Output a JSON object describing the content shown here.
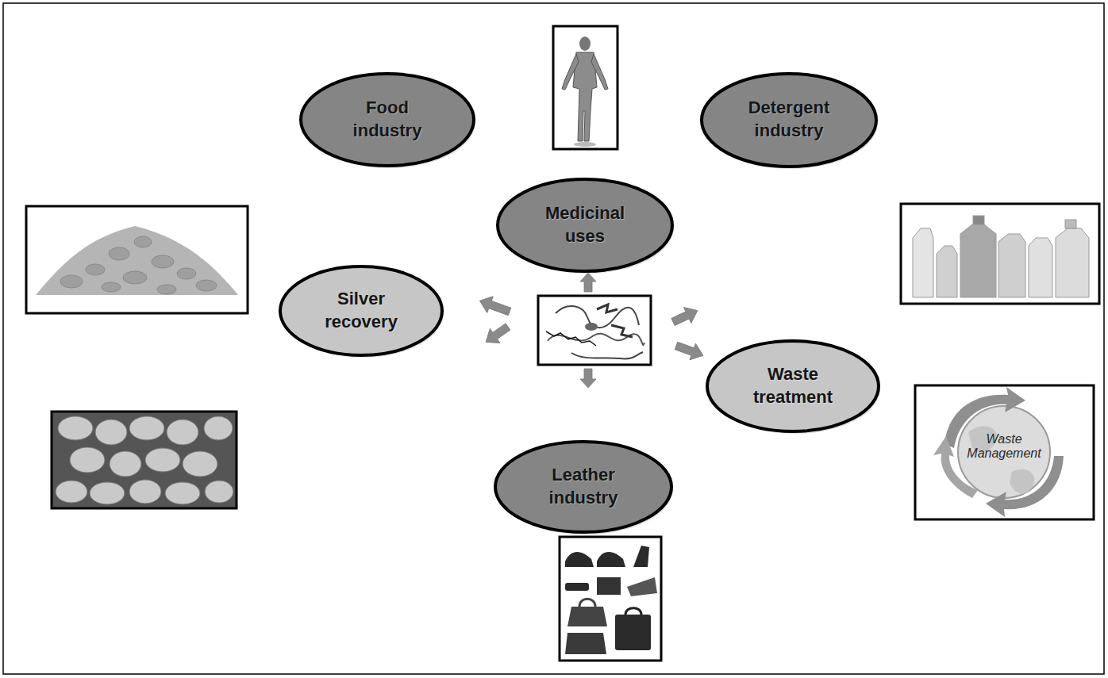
{
  "diagram": {
    "nodes": [
      {
        "text": [
          "Medicinal uses"
        ]
      },
      {
        "text": [
          "Food industry"
        ]
      },
      {
        "text": [
          "Detergent industry"
        ]
      },
      {
        "text": [
          "Silver recovery"
        ]
      },
      {
        "text": [
          "Waste treatment"
        ]
      },
      {
        "text": [
          "Leather industry"
        ]
      }
    ],
    "labels": [
      "Waste Management"
    ]
  }
}
